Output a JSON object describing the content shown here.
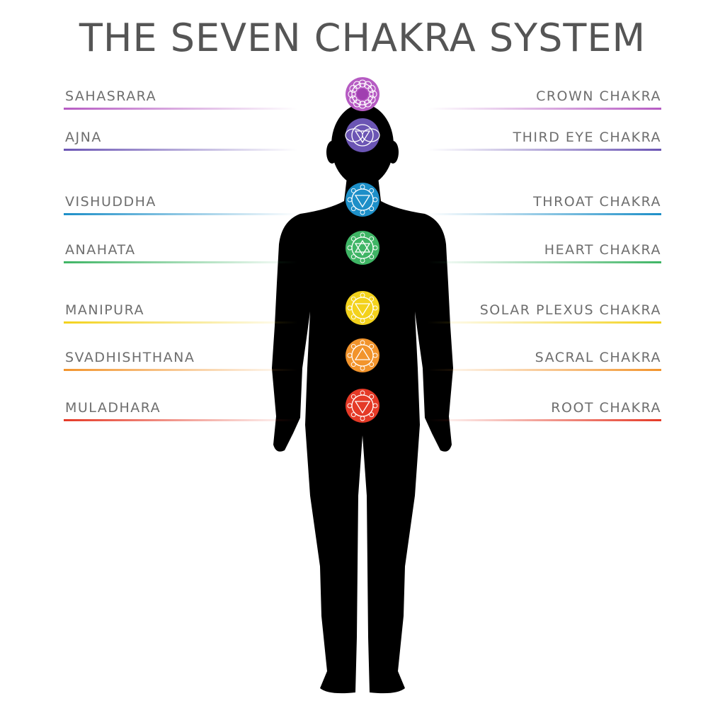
{
  "title": "THE SEVEN CHAKRA SYSTEM",
  "chakras": [
    {
      "sanskrit": "SAHASRARA",
      "english": "CROWN CHAKRA",
      "color": "#b65bc3",
      "icon": "lotus-crown-icon"
    },
    {
      "sanskrit": "AJNA",
      "english": "THIRD EYE CHAKRA",
      "color": "#6b55b4",
      "icon": "third-eye-icon"
    },
    {
      "sanskrit": "VISHUDDHA",
      "english": "THROAT CHAKRA",
      "color": "#1d8fc8",
      "icon": "throat-icon"
    },
    {
      "sanskrit": "ANAHATA",
      "english": "HEART CHAKRA",
      "color": "#3fb565",
      "icon": "heart-icon"
    },
    {
      "sanskrit": "MANIPURA",
      "english": "SOLAR PLEXUS CHAKRA",
      "color": "#f3d21c",
      "icon": "solar-plexus-icon"
    },
    {
      "sanskrit": "SVADHISHTHANA",
      "english": "SACRAL CHAKRA",
      "color": "#f2942c",
      "icon": "sacral-icon"
    },
    {
      "sanskrit": "MULADHARA",
      "english": "ROOT CHAKRA",
      "color": "#e53a27",
      "icon": "root-icon"
    }
  ]
}
